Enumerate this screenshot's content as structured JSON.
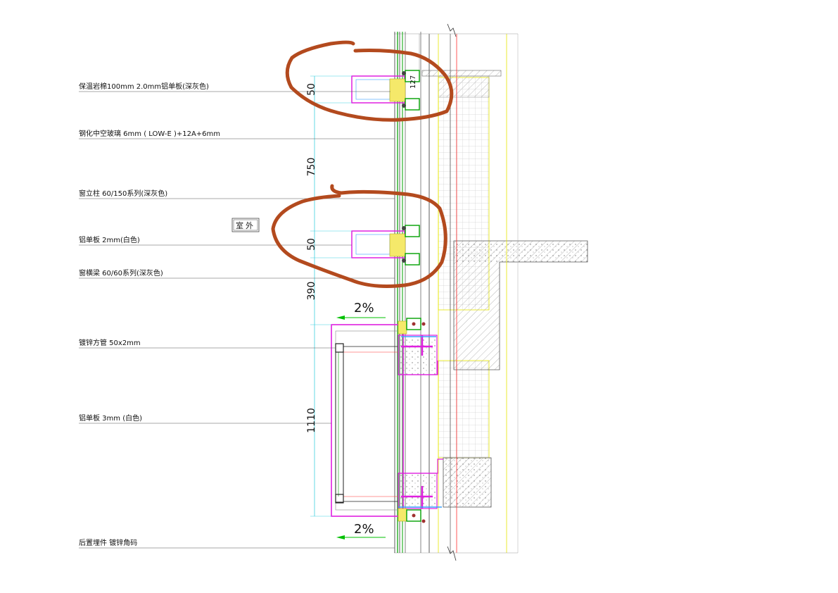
{
  "labels": {
    "insulation": "保温岩棉100mm   2.0mm铝单板(深灰色)",
    "glass": "钢化中空玻璃      6mm ( LOW-E )+12A+6mm",
    "mullion": "窗立柱 60/150系列(深灰色)",
    "panel_2mm": "铝单板  2mm(白色)",
    "transom": "窗横梁 60/60系列(深灰色)",
    "square_tube": "镀锌方管  50x2mm",
    "panel_3mm": "铝单板  3mm  (白色)",
    "embed": "后置埋件  镀锌角码"
  },
  "dimensions": {
    "d1": "50",
    "d2": "750",
    "d3": "50",
    "d4": "390",
    "d5": "1110"
  },
  "slopes": {
    "upper": "2%",
    "lower": "2%"
  },
  "room_tag": "室外",
  "small_tag": "127",
  "colors": {
    "magenta": "#e020e0",
    "green": "#00a000",
    "yellow": "#e6e600",
    "cyan": "#40d0e0",
    "red": "#ff3030",
    "annotation": "#b34a1e"
  }
}
